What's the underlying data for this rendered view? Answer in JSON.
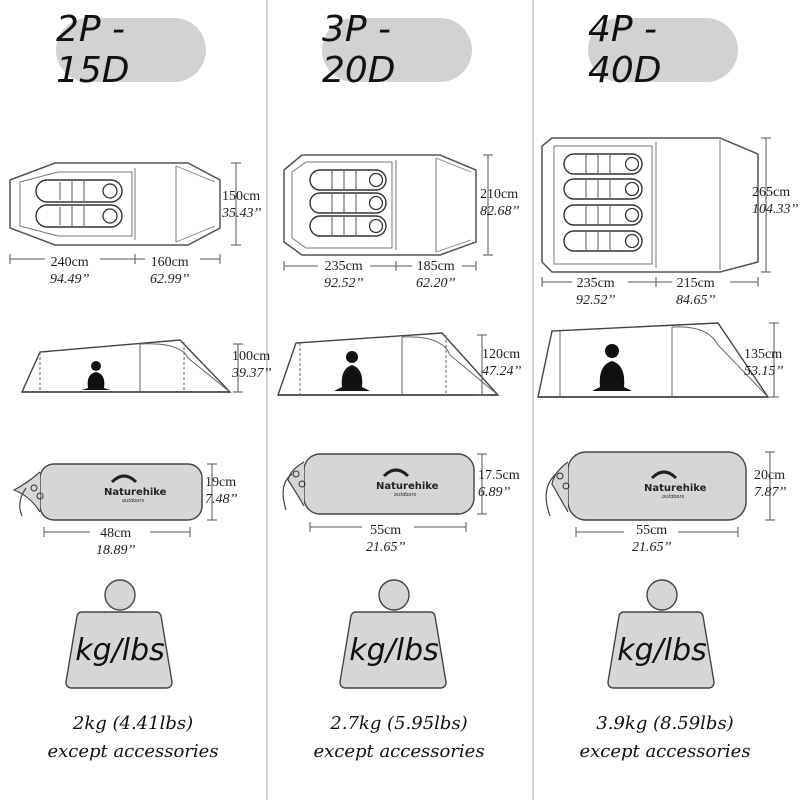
{
  "columns": [
    {
      "title": "2P - 15D",
      "floor": {
        "depth_cm": "150cm",
        "depth_in": "35.43’’",
        "inner_cm": "240cm",
        "inner_in": "94.49’’",
        "vest_cm": "160cm",
        "vest_in": "62.99’’"
      },
      "height": {
        "cm": "100cm",
        "in": "39.37’’"
      },
      "pack": {
        "diam_cm": "19cm",
        "diam_in": "7.48’’",
        "len_cm": "48cm",
        "len_in": "18.89’’"
      },
      "weight_icon_label": "kg/lbs",
      "weight": "2kg (4.41lbs)",
      "note": "except accessories"
    },
    {
      "title": "3P - 20D",
      "floor": {
        "depth_cm": "210cm",
        "depth_in": "82.68’’",
        "inner_cm": "235cm",
        "inner_in": "92.52’’",
        "vest_cm": "185cm",
        "vest_in": "62.20’’"
      },
      "height": {
        "cm": "120cm",
        "in": "47.24’’"
      },
      "pack": {
        "diam_cm": "17.5cm",
        "diam_in": "6.89’’",
        "len_cm": "55cm",
        "len_in": "21.65’’"
      },
      "weight_icon_label": "kg/lbs",
      "weight": "2.7kg (5.95lbs)",
      "note": "except accessories"
    },
    {
      "title": "4P - 40D",
      "floor": {
        "depth_cm": "265cm",
        "depth_in": "104.33’’",
        "inner_cm": "235cm",
        "inner_in": "92.52’’",
        "vest_cm": "215cm",
        "vest_in": "84.65’’"
      },
      "height": {
        "cm": "135cm",
        "in": "53.15’’"
      },
      "pack": {
        "diam_cm": "20cm",
        "diam_in": "7.87’’",
        "len_cm": "55cm",
        "len_in": "21.65’’"
      },
      "weight_icon_label": "kg/lbs",
      "weight": "3.9kg (8.59lbs)",
      "note": "except accessories"
    }
  ],
  "brand": {
    "name": "Naturehike",
    "sub": "outdoors"
  }
}
